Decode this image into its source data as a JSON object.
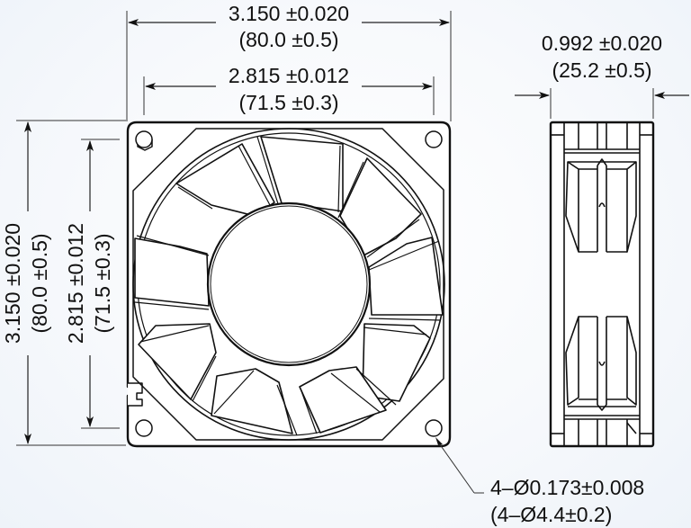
{
  "figure": {
    "type": "engineering-dimension-drawing",
    "subject": "axial fan",
    "views": [
      "front",
      "side"
    ]
  },
  "dimensions": {
    "overall_width": {
      "inch": "3.150 ±0.020",
      "mm": "(80.0 ±0.5)"
    },
    "hole_spacing_width": {
      "inch": "2.815 ±0.012",
      "mm": "(71.5 ±0.3)"
    },
    "depth": {
      "inch": "0.992 ±0.020",
      "mm": "(25.2 ±0.5)"
    },
    "overall_height": {
      "inch": "3.150 ±0.020",
      "mm": "(80.0 ±0.5)"
    },
    "hole_spacing_height": {
      "inch": "2.815 ±0.012",
      "mm": "(71.5 ±0.3)"
    },
    "mounting_holes": {
      "inch": "4–Ø0.173±0.008",
      "mm": "(4–Ø4.4±0.2)"
    }
  },
  "colors": {
    "line": "#111111",
    "fill": "#ffffff",
    "background": "#f4f7fb"
  }
}
